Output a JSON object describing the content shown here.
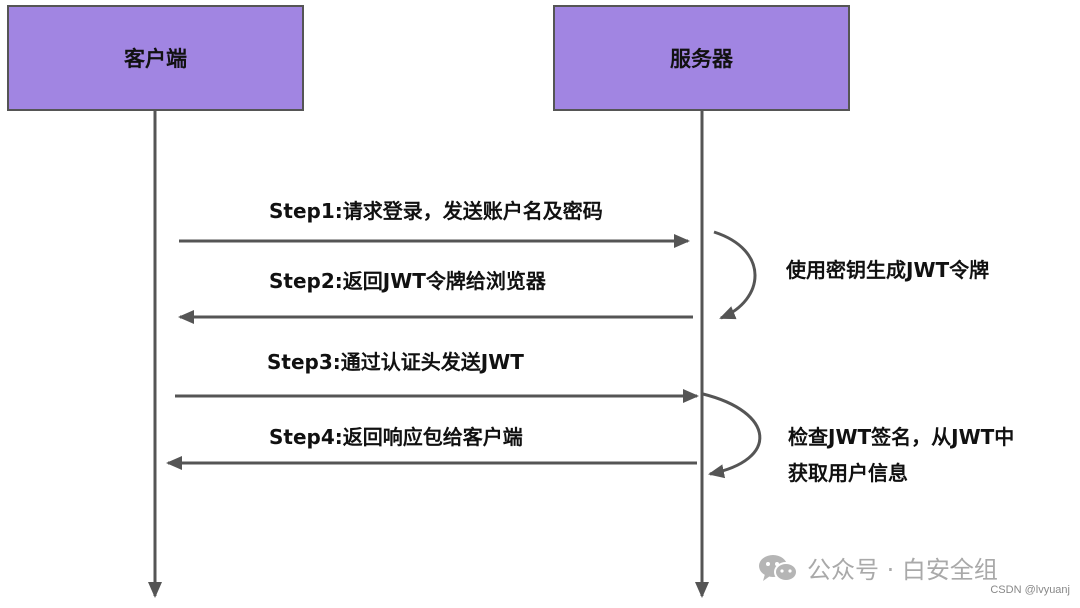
{
  "actors": {
    "client": "客户端",
    "server": "服务器"
  },
  "messages": [
    {
      "id": "step1",
      "label": "Step1:请求登录，发送账户名及密码",
      "direction": "client-to-server"
    },
    {
      "id": "step2",
      "label": "Step2:返回JWT令牌给浏览器",
      "direction": "server-to-client"
    },
    {
      "id": "step3",
      "label": "Step3:通过认证头发送JWT",
      "direction": "client-to-server"
    },
    {
      "id": "step4",
      "label": "Step4:返回响应包给客户端",
      "direction": "server-to-client"
    }
  ],
  "self_notes": {
    "note1": {
      "lines": [
        "使用密钥生成JWT令牌"
      ]
    },
    "note2": {
      "lines": [
        "检查JWT签名，从JWT中",
        "获取用户信息"
      ]
    }
  },
  "watermark": {
    "text": "公众号 · 白安全组",
    "icon": "wechat-icon"
  },
  "credit": "CSDN @lvyuanj",
  "colors": {
    "actor_fill": "#a185e2",
    "actor_border": "#555555",
    "line": "#555555",
    "watermark": "#a9a9a9"
  }
}
